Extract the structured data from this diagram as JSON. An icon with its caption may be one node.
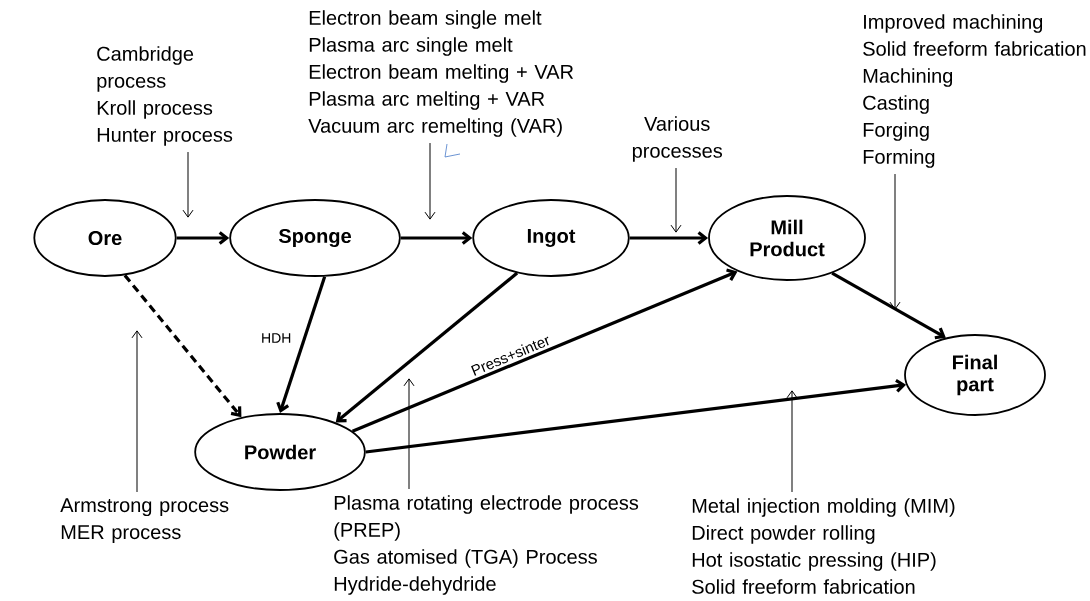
{
  "diagram": {
    "nodes": [
      {
        "text": [
          "Ore"
        ]
      },
      {
        "text": [
          "Sponge"
        ]
      },
      {
        "text": [
          "Ingot"
        ]
      },
      {
        "text": [
          "Mill Product"
        ]
      },
      {
        "text": [
          "Final part"
        ]
      },
      {
        "text": [
          "Powder"
        ]
      },
      {
        "text": [
          "Cambridge process",
          "Kroll process",
          "Hunter process"
        ]
      },
      {
        "text": [
          "Electron beam single melt",
          "Plasma arc single melt",
          "Electron beam melting + VAR",
          "Plasma arc melting +  VAR",
          "Vacuum arc remelting (VAR)"
        ]
      },
      {
        "text": [
          "Various processes"
        ]
      },
      {
        "text": [
          "Improved machining",
          "Solid freeform fabrication",
          "Machining",
          "Casting",
          "Forging",
          "Forming"
        ]
      },
      {
        "text": [
          "Armstrong process",
          "MER process"
        ]
      },
      {
        "text": [
          "Plasma rotating electrode process (PREP)",
          "Gas atomised (TGA) Process",
          "Hydride-dehydride"
        ]
      },
      {
        "text": [
          "Metal injection molding (MIM)",
          "Direct powder rolling",
          "Hot isostatic pressing (HIP)",
          "Solid freeform fabrication"
        ]
      }
    ],
    "edges": [
      {
        "from": 0,
        "to": 1,
        "arrow": "to"
      },
      {
        "from": 1,
        "to": 2,
        "arrow": "to"
      },
      {
        "from": 2,
        "to": 3,
        "arrow": "to"
      },
      {
        "from": 3,
        "to": 4,
        "arrow": "to"
      },
      {
        "from": 0,
        "to": 5,
        "arrow": "to",
        "style": "dashed"
      },
      {
        "from": 1,
        "to": 5,
        "arrow": "to",
        "label": "HDH"
      },
      {
        "from": 2,
        "to": 5,
        "arrow": "to"
      },
      {
        "from": 5,
        "to": 3,
        "arrow": "to",
        "label": "Press+sinter"
      },
      {
        "from": 5,
        "to": 4,
        "arrow": "to"
      },
      {
        "from": 6,
        "to": null,
        "arrow": "to"
      },
      {
        "from": 7,
        "to": null,
        "arrow": "to"
      },
      {
        "from": 8,
        "to": null,
        "arrow": "to"
      },
      {
        "from": 9,
        "to": null,
        "arrow": "to"
      },
      {
        "from": 10,
        "to": null,
        "arrow": "to"
      },
      {
        "from": 11,
        "to": null,
        "arrow": "to"
      },
      {
        "from": 12,
        "to": null,
        "arrow": "to"
      }
    ]
  }
}
